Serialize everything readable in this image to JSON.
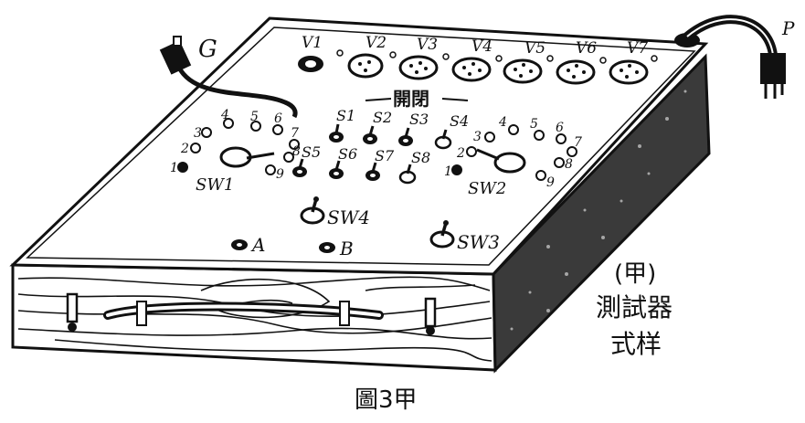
{
  "labels": {
    "plug_g": "G",
    "plug_p": "P",
    "valves": [
      "V1",
      "V2",
      "V3",
      "V4",
      "V5",
      "V6",
      "V7"
    ],
    "panel_title": "開閉",
    "switches_upper": [
      "S1",
      "S2",
      "S3",
      "S4"
    ],
    "switches_lower": [
      "S5",
      "S6",
      "S7",
      "S8"
    ],
    "rotary_left": "SW1",
    "rotary_right": "SW2",
    "toggle_sw4": "SW4",
    "toggle_sw3": "SW3",
    "terminal_a": "A",
    "terminal_b": "B",
    "rotary_left_positions": [
      "1",
      "2",
      "3",
      "4",
      "5",
      "6",
      "7",
      "8",
      "9"
    ],
    "rotary_right_positions": [
      "1",
      "2",
      "3",
      "4",
      "5",
      "6",
      "7",
      "8",
      "9"
    ]
  },
  "side_caption": {
    "line1": "(甲)",
    "line2": "測試器",
    "line3": "式样"
  },
  "figure_caption": "圖3甲"
}
